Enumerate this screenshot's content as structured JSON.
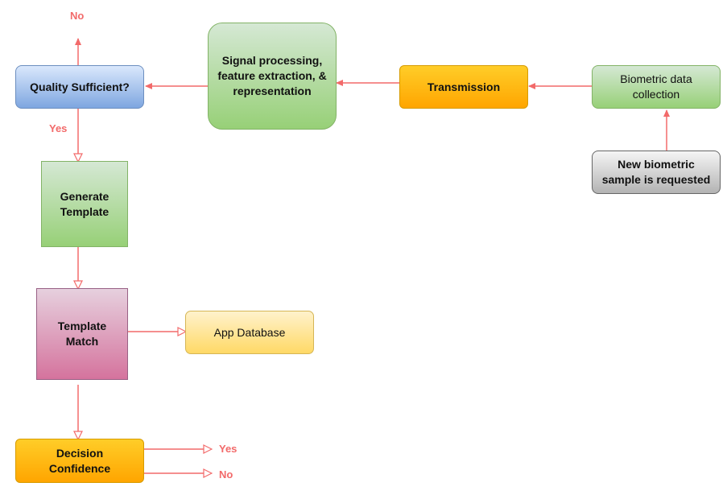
{
  "nodes": {
    "quality_check": "Quality Sufficient?",
    "signal_processing": "Signal processing,\nfeature extraction, &\nrepresentation",
    "transmission": "Transmission",
    "data_collection": "Biometric data\ncollection",
    "new_sample": "New biometric\nsample is requested",
    "generate_template": "Generate\nTemplate",
    "template_match": "Template\nMatch",
    "app_database": "App Database",
    "decision_confidence": "Decision\nConfidence"
  },
  "labels": {
    "quality_no": "No",
    "quality_yes": "Yes",
    "decision_yes": "Yes",
    "decision_no": "No"
  },
  "colors": {
    "connector": "#f26a6a",
    "label_text": "#f26a6a"
  }
}
